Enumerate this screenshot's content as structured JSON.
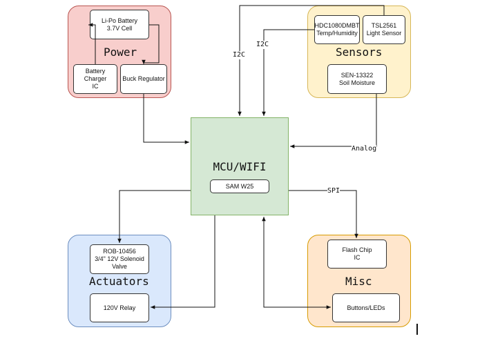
{
  "groups": {
    "power": {
      "title": "Power",
      "fill": "#f8cecc",
      "stroke": "#b85450"
    },
    "sensors": {
      "title": "Sensors",
      "fill": "#fff2cc",
      "stroke": "#d6b656"
    },
    "actuators": {
      "title": "Actuators",
      "fill": "#dae8fc",
      "stroke": "#6c8ebf"
    },
    "misc": {
      "title": "Misc",
      "fill": "#ffe6cc",
      "stroke": "#d79b00"
    }
  },
  "boxes": {
    "lipo_battery": "Li-Po Battery\n3.7V Cell",
    "battery_charger": "Battery Charger\nIC",
    "buck_regulator": "Buck Regulator",
    "hdc1080": "HDC1080DMBT\nTemp/Humidity",
    "tsl2561": "TSL2561\nLight Sensor",
    "sen13322": "SEN-13322\nSoil Moisture",
    "rob10456": "ROB-10456\n3/4\" 12V Solenoid\nValve",
    "relay": "120V Relay",
    "flash_chip": "Flash Chip\nIC",
    "buttons_leds": "Buttons/LEDs"
  },
  "mcu": {
    "title": "MCU/WIFI",
    "chip": "SAM W25",
    "fill": "#d5e8d4",
    "stroke": "#82b366"
  },
  "edge_labels": {
    "i2c_left": "I2C",
    "i2c_right": "I2C",
    "analog": "Analog",
    "spi": "SPI"
  }
}
